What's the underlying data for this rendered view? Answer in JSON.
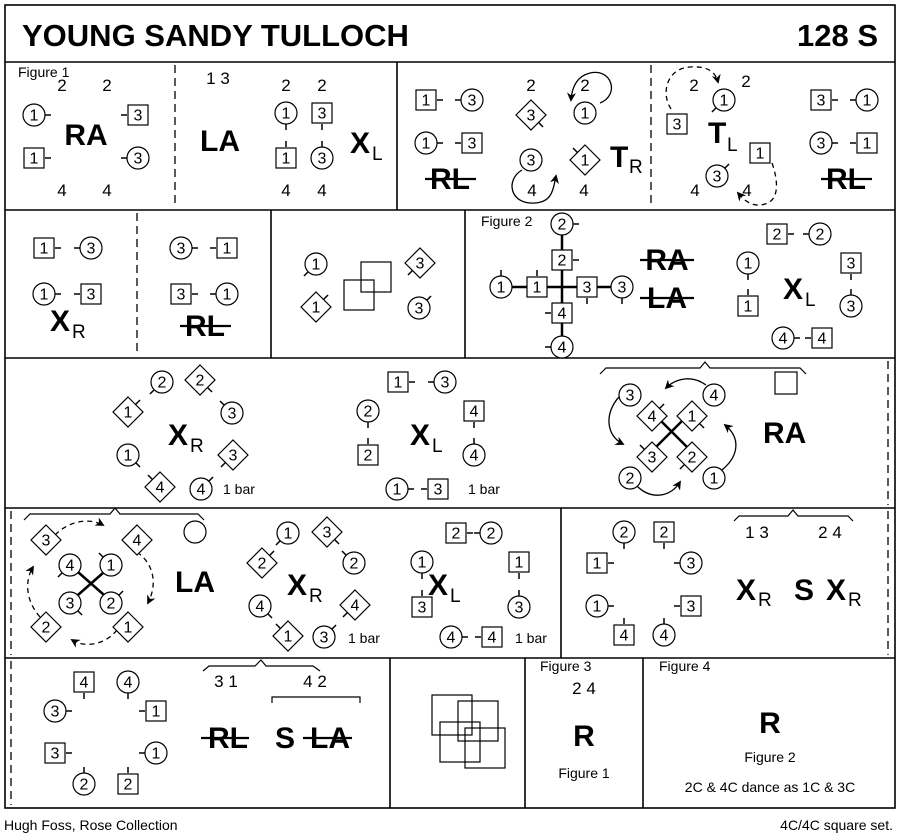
{
  "header": {
    "title": "YOUNG SANDY TULLOCH",
    "code": "128 S"
  },
  "footer": {
    "credit": "Hugh Foss, Rose Collection",
    "formation": "4C/4C  square set."
  },
  "panels": {
    "p1": {
      "figure": "Figure 1",
      "top": [
        "2",
        "2"
      ],
      "bottom": [
        "4",
        "4"
      ],
      "move": "RA",
      "dancers": [
        "1",
        "3",
        "1",
        "3"
      ]
    },
    "p2": {
      "couples": "1 3",
      "top": [
        "2",
        "2"
      ],
      "bottom": [
        "4",
        "4"
      ],
      "move1": "LA",
      "move2": "X",
      "move2_sub": "L",
      "dancers": [
        "1",
        "3",
        "1",
        "3"
      ]
    },
    "p3": {
      "dancers": [
        "1",
        "3",
        "1",
        "3"
      ],
      "move": "RL",
      "move_struck": true
    },
    "p4": {
      "top": [
        "2",
        "2"
      ],
      "bottom": [
        "4",
        "4"
      ],
      "dancers": [
        "3",
        "1",
        "3",
        "1"
      ],
      "move": "T",
      "move_sub": "R"
    },
    "p5": {
      "top": [
        "2",
        "2"
      ],
      "bottom": [
        "4",
        "4"
      ],
      "dancers": [
        "3",
        "1",
        "1",
        "3"
      ],
      "move": "T",
      "move_sub": "L"
    },
    "p6": {
      "dancers": [
        "3",
        "1",
        "3",
        "1"
      ],
      "move": "RL",
      "move_struck": true
    },
    "p7": {
      "dancers": [
        "1",
        "3",
        "1",
        "3"
      ],
      "move": "X",
      "move_sub": "R"
    },
    "p8": {
      "dancers": [
        "3",
        "1",
        "3",
        "1"
      ],
      "move": "RL",
      "move_struck": true
    },
    "p9": {
      "dancers": [
        "1",
        "1",
        "3",
        "3"
      ],
      "icon": "overlapping-squares-2"
    },
    "p10": {
      "figure": "Figure 2",
      "dancers": [
        "2",
        "2",
        "1",
        "1",
        "3",
        "3",
        "4",
        "4"
      ],
      "move1": "RA",
      "move2": "LA",
      "struck": true
    },
    "p11": {
      "dancers": [
        "2",
        "2",
        "1",
        "1",
        "3",
        "3",
        "4",
        "4"
      ],
      "move": "X",
      "move_sub": "L"
    },
    "p12": {
      "dancers": [
        "2",
        "2",
        "1",
        "3",
        "1",
        "3",
        "4",
        "4"
      ],
      "move": "X",
      "move_sub": "R",
      "duration": "1 bar"
    },
    "p13": {
      "dancers": [
        "1",
        "3",
        "2",
        "2",
        "4",
        "4",
        "1",
        "3"
      ],
      "move": "X",
      "move_sub": "L",
      "duration": "1 bar"
    },
    "p14": {
      "dancers": [
        "3",
        "4",
        "4",
        "1",
        "3",
        "2",
        "2",
        "1"
      ],
      "move": "RA",
      "icon": "square-outline"
    },
    "p15": {
      "dancers": [
        "3",
        "4",
        "4",
        "1",
        "3",
        "2",
        "2",
        "1"
      ],
      "move": "LA",
      "icon": "circle-outline"
    },
    "p16": {
      "dancers": [
        "1",
        "3",
        "2",
        "2",
        "4",
        "4",
        "1",
        "3"
      ],
      "move": "X",
      "move_sub": "R",
      "duration": "1 bar"
    },
    "p17": {
      "dancers": [
        "2",
        "2",
        "1",
        "3",
        "1",
        "3",
        "4",
        "4"
      ],
      "move": "X",
      "move_sub": "L",
      "duration": "1 bar"
    },
    "p18": {
      "dancers": [
        "2",
        "2",
        "1",
        "3",
        "1",
        "3",
        "4",
        "4"
      ],
      "groups": [
        "1 3",
        "2 4"
      ],
      "move1": "X",
      "move1_sub": "R",
      "sep": "S",
      "move2": "X",
      "move2_sub": "R"
    },
    "p19": {
      "dancers": [
        "4",
        "4",
        "3",
        "1",
        "3",
        "1",
        "2",
        "2"
      ],
      "groups": [
        "3 1",
        "4 2"
      ],
      "move1": "RL",
      "sep": "S",
      "move2": "LA",
      "struck": true
    },
    "p20": {
      "icon": "overlapping-squares-4"
    },
    "p21": {
      "figure": "Figure 3",
      "couples": "2 4",
      "move": "R",
      "note": "Figure 1"
    },
    "p22": {
      "figure": "Figure 4",
      "move": "R",
      "note": "Figure 2",
      "detail": "2C & 4C dance as 1C & 3C"
    }
  }
}
